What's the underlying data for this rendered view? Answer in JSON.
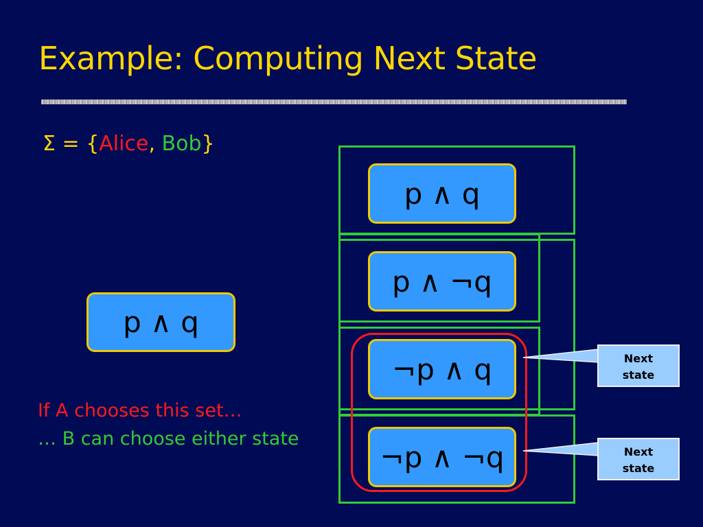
{
  "slide": {
    "title": "Example: Computing Next State",
    "sigma_symbol": "Σ",
    "sigma_equals": " = ",
    "brace_open": "{",
    "alice": "Alice",
    "comma": ", ",
    "bob": "Bob",
    "brace_close": "}",
    "current_state": "p ∧ q",
    "states": [
      "p ∧ q",
      "p ∧ ¬q",
      "¬p ∧ q",
      "¬p ∧ ¬q"
    ],
    "note_a": "If A chooses this set…",
    "note_b": "… B can choose either state",
    "callouts": [
      "Next\nstate",
      "Next\nstate"
    ]
  },
  "colors": {
    "background": "#000a55",
    "title": "#ffd700",
    "alice": "#ff1a1a",
    "bob": "#33cc33",
    "state_fill": "#3399ff",
    "state_border": "#f0c800",
    "set_frame": "#33cc33",
    "chosen_set": "#ff1a1a",
    "callout_fill": "#99ccff"
  }
}
